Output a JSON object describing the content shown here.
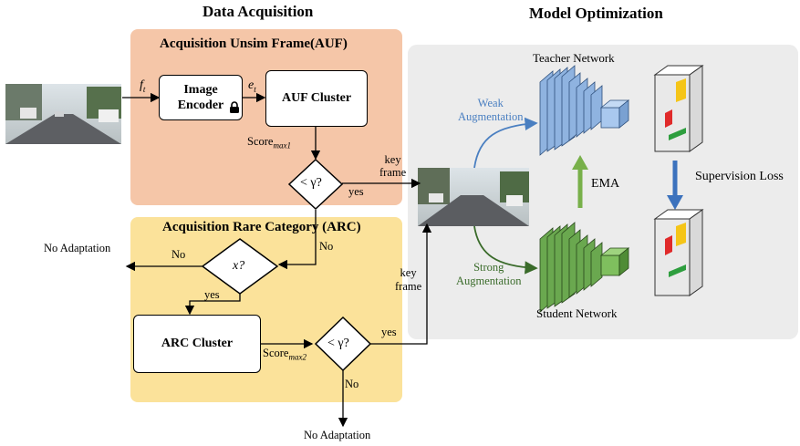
{
  "headings": {
    "data_acquisition": "Data Acquisition",
    "model_optimization": "Model Optimization"
  },
  "auf": {
    "title": "Acquisition Unsim Frame(AUF)",
    "encoder_line1": "Image",
    "encoder_line2": "Encoder",
    "cluster": "AUF Cluster",
    "input_var": "f",
    "input_sub": "t",
    "embed_var": "e",
    "embed_sub": "t",
    "score_text": "Score",
    "score_sub": "max1",
    "decision": "< γ?",
    "yes": "yes",
    "key_line1": "key",
    "key_line2": "frame",
    "no": "No"
  },
  "arc": {
    "title": "Acquisition Rare Category (ARC)",
    "decision1": "x?",
    "no_adaptation_left": "No Adaptation",
    "no_left": "No",
    "yes1": "yes",
    "cluster": "ARC Cluster",
    "score_text": "Score",
    "score_sub": "max2",
    "decision2": "< γ?",
    "yes2": "yes",
    "key_line1": "key",
    "key_line2": "frame",
    "no_bottom": "No",
    "no_adaptation_bottom": "No Adaptation"
  },
  "model": {
    "teacher": "Teacher Network",
    "student": "Student Network",
    "weak_line1": "Weak",
    "weak_line2": "Augmentation",
    "strong_line1": "Strong",
    "strong_line2": "Augmentation",
    "ema": "EMA",
    "supervision": "Supervision Loss"
  },
  "colors": {
    "auf_bg": "#f5c6a8",
    "arc_bg": "#fbe29a",
    "model_bg": "#ececec",
    "teacher": "#8fb3e0",
    "student": "#6aa84f",
    "weak_text": "#4a7fc1",
    "strong_text": "#3a6b2a",
    "ema_arrow": "#78b04a",
    "sup_arrow": "#3c72bd"
  },
  "icons": [
    "lock-icon",
    "street-scene-image",
    "prediction-map-icon"
  ]
}
